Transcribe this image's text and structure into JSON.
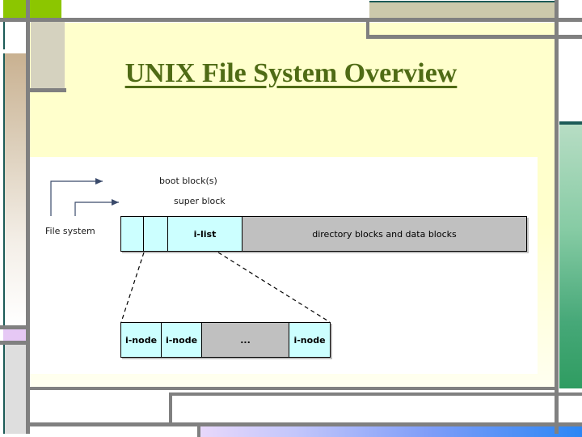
{
  "slide": {
    "title": "UNIX File System Overview",
    "title_color": "#4f6b15"
  },
  "diagram": {
    "type": "block-layout",
    "side_label": "File system",
    "callouts": [
      {
        "name": "boot-block",
        "label": "boot block(s)"
      },
      {
        "name": "super-block",
        "label": "super block"
      }
    ],
    "filesystem_bar": {
      "cells": [
        {
          "name": "boot-block-cell",
          "label": "",
          "fill": "#ccffff"
        },
        {
          "name": "super-block-cell",
          "label": "",
          "fill": "#ccffff"
        },
        {
          "name": "i-list-cell",
          "label": "i-list",
          "fill": "#ccffff"
        },
        {
          "name": "data-blocks-cell",
          "label": "directory blocks and data blocks",
          "fill": "#c0c0c0"
        }
      ]
    },
    "inode_bar": {
      "cells": [
        {
          "name": "inode-cell-1",
          "label": "i-node",
          "fill": "#ccffff"
        },
        {
          "name": "inode-cell-2",
          "label": "i-node",
          "fill": "#ccffff"
        },
        {
          "name": "inode-ellipsis-cell",
          "label": "...",
          "fill": "#c0c0c0"
        },
        {
          "name": "inode-cell-n",
          "label": "i-node",
          "fill": "#ccffff"
        }
      ]
    }
  },
  "theme": {
    "accent_green": "#8cc600",
    "teal_rule": "#1c5b57",
    "frame_gray": "#808080",
    "body_yellow": "#ffffcc",
    "beige": "#d5d2bf",
    "tan": "#ccc9ab",
    "lavender": "#e6c8f5",
    "green_strip_start": "#b7ddc4",
    "green_strip_end": "#2f9c61",
    "blue_strip_start": "#e8d8fb",
    "blue_strip_end": "#2a86f5"
  }
}
